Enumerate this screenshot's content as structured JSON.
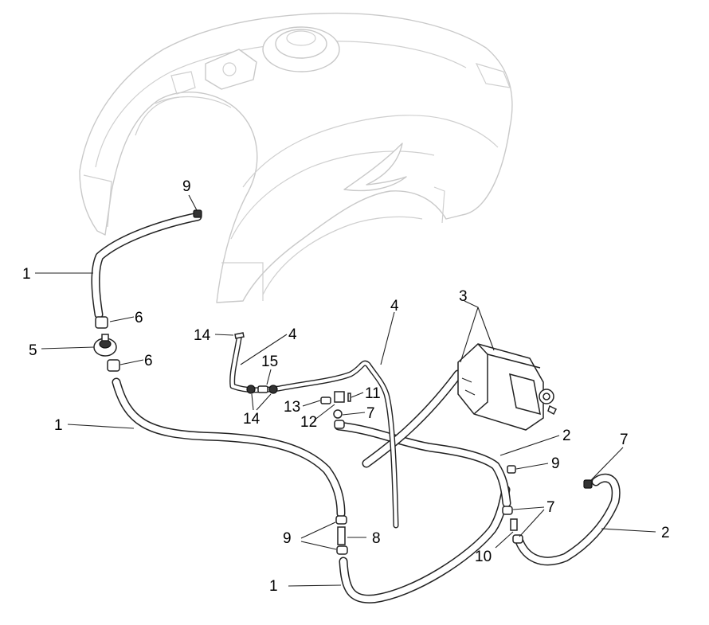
{
  "diagram": {
    "callouts": [
      {
        "id": "c1a",
        "label": "1"
      },
      {
        "id": "c9a",
        "label": "9"
      },
      {
        "id": "c6a",
        "label": "6"
      },
      {
        "id": "c5",
        "label": "5"
      },
      {
        "id": "c6b",
        "label": "6"
      },
      {
        "id": "c1b",
        "label": "1"
      },
      {
        "id": "c14a",
        "label": "14"
      },
      {
        "id": "c4a",
        "label": "4"
      },
      {
        "id": "c15",
        "label": "15"
      },
      {
        "id": "c14b",
        "label": "14"
      },
      {
        "id": "c4b",
        "label": "4"
      },
      {
        "id": "c3",
        "label": "3"
      },
      {
        "id": "c13",
        "label": "13"
      },
      {
        "id": "c11",
        "label": "11"
      },
      {
        "id": "c12",
        "label": "12"
      },
      {
        "id": "c7a",
        "label": "7"
      },
      {
        "id": "c2a",
        "label": "2"
      },
      {
        "id": "c7b",
        "label": "7"
      },
      {
        "id": "c9b",
        "label": "9"
      },
      {
        "id": "c7c",
        "label": "7"
      },
      {
        "id": "c2b",
        "label": "2"
      },
      {
        "id": "c9c",
        "label": "9"
      },
      {
        "id": "c8",
        "label": "8"
      },
      {
        "id": "c10",
        "label": "10"
      },
      {
        "id": "c1c",
        "label": "1"
      }
    ]
  }
}
